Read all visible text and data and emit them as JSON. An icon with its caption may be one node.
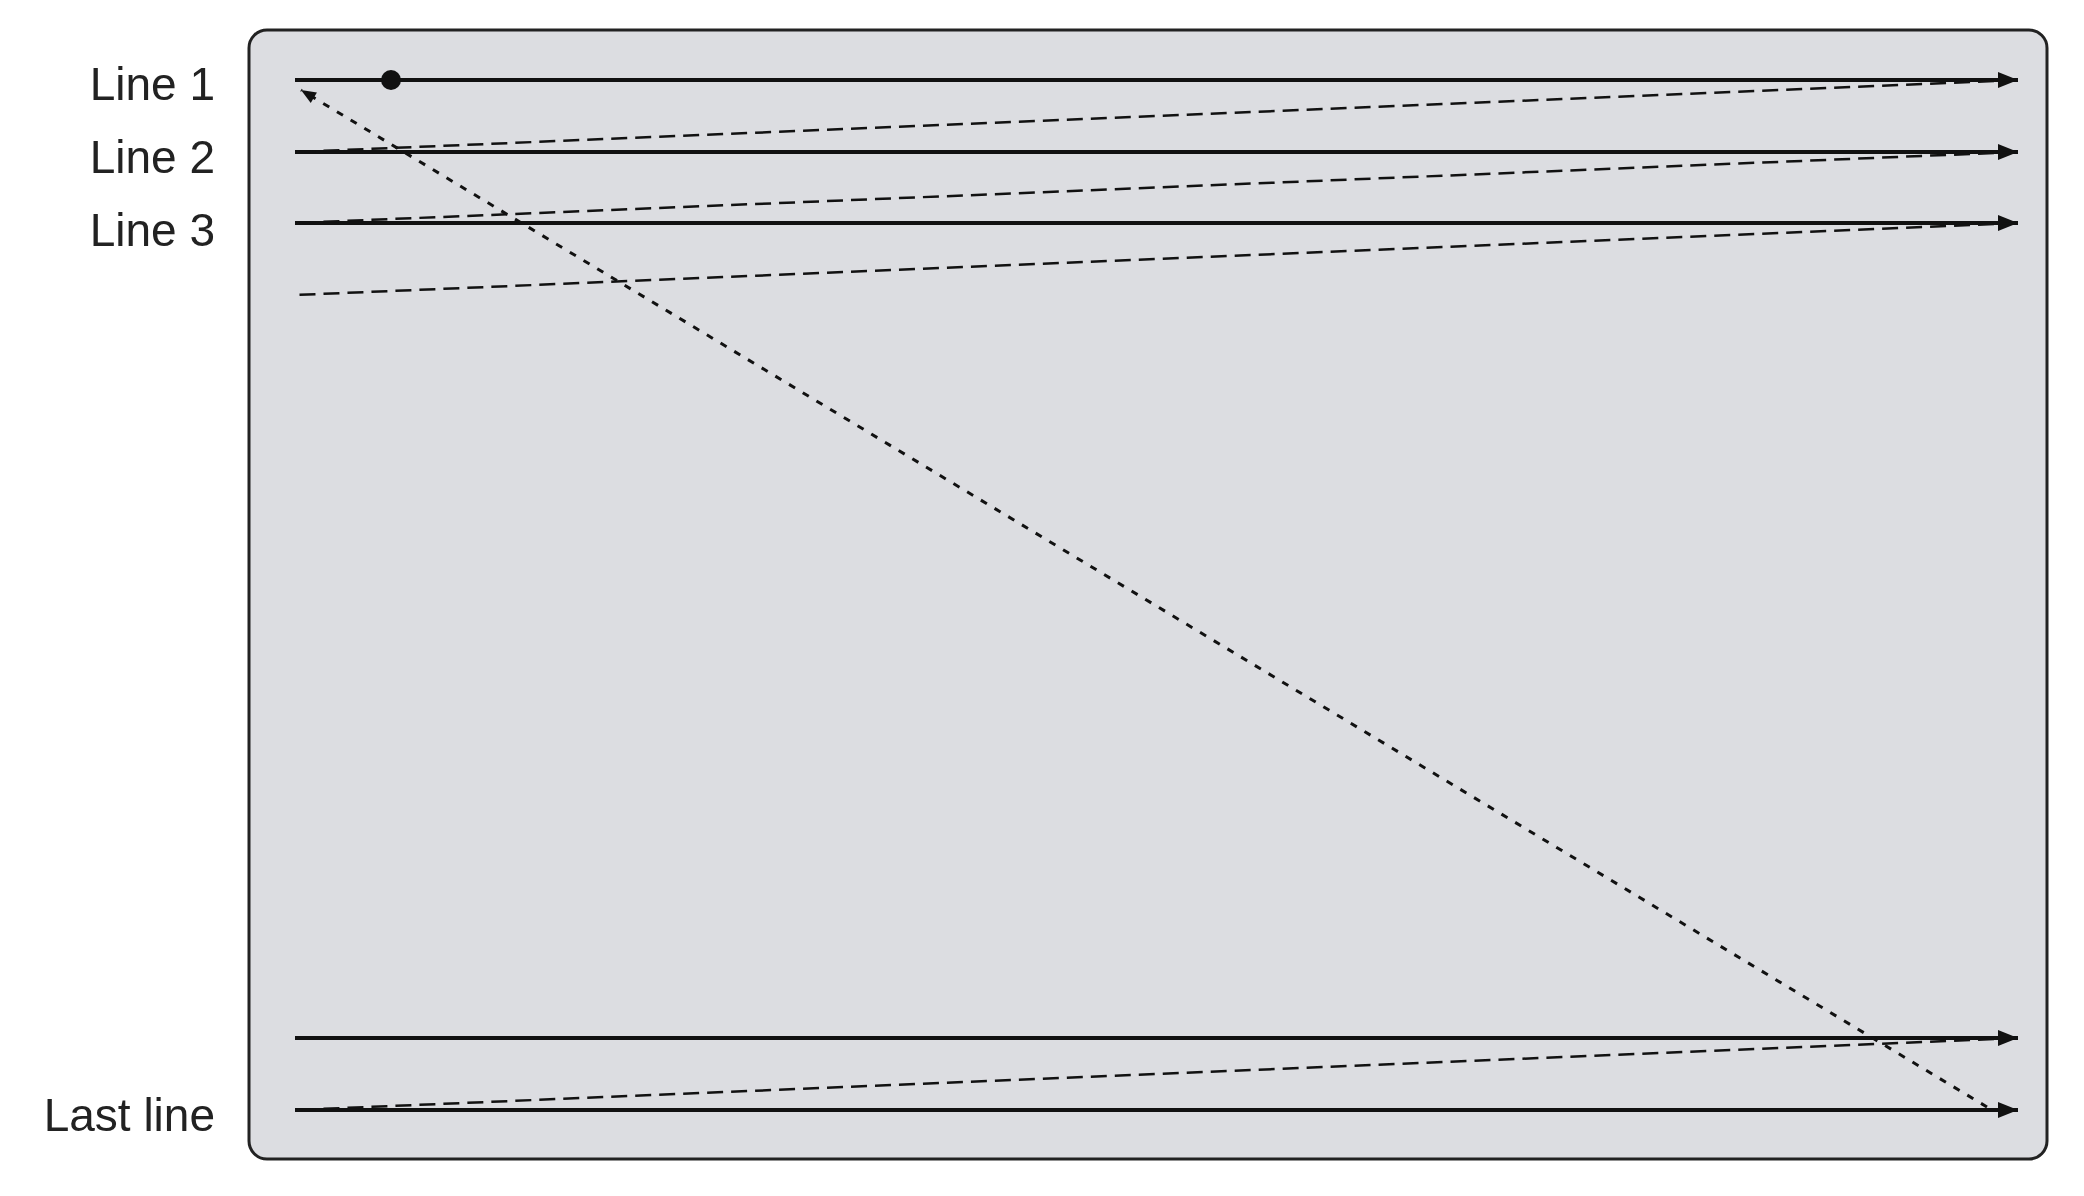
{
  "diagram": {
    "labels": [
      "Line 1",
      "Line 2",
      "Line 3",
      "Last line"
    ]
  }
}
